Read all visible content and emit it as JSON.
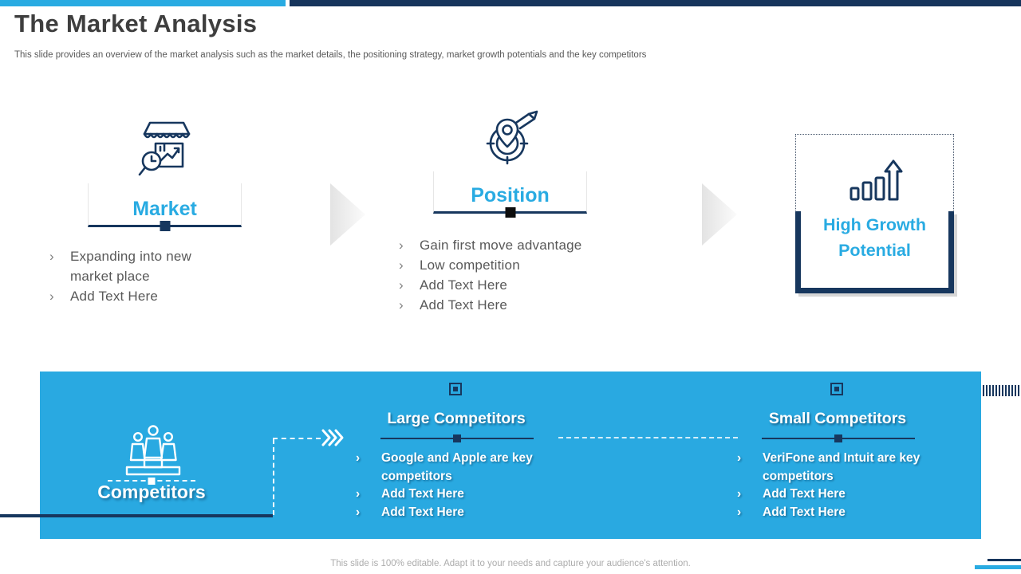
{
  "slide": {
    "title": "The Market Analysis",
    "subtitle": "This slide provides an overview of the market analysis such as the market details, the positioning strategy, market growth potentials and the key competitors",
    "footer": "This slide is 100% editable. Adapt it to your needs and capture your audience's attention."
  },
  "glyphs": {
    "bullet_chevron": "›"
  },
  "colors": {
    "accent_cyan": "#29ABE2",
    "band_blue": "#29A9E1",
    "navy": "#17375E",
    "title_text": "#3E3E3E",
    "body_text": "#595959",
    "footer_text": "#ACACAC",
    "white": "#FFFFFF"
  },
  "sections": {
    "market": {
      "title": "Market",
      "icon": "storefront-analytics-icon",
      "bullets": [
        "Expanding into new market place",
        "Add Text Here"
      ]
    },
    "position": {
      "title": "Position",
      "icon": "target-dart-icon",
      "bullets": [
        "Gain first move advantage",
        "Low competition",
        "Add Text Here",
        "Add Text Here"
      ]
    },
    "growth": {
      "title": "High Growth Potential",
      "icon": "growth-bars-arrow-icon"
    }
  },
  "competitors": {
    "title": "Competitors",
    "icon": "podium-people-icon",
    "large": {
      "title": "Large Competitors",
      "bullets": [
        "Google and Apple are key competitors",
        "Add Text Here",
        "Add Text Here"
      ]
    },
    "small": {
      "title": "Small Competitors",
      "bullets": [
        "VeriFone and Intuit are key competitors",
        "Add Text Here",
        "Add Text Here"
      ]
    }
  }
}
